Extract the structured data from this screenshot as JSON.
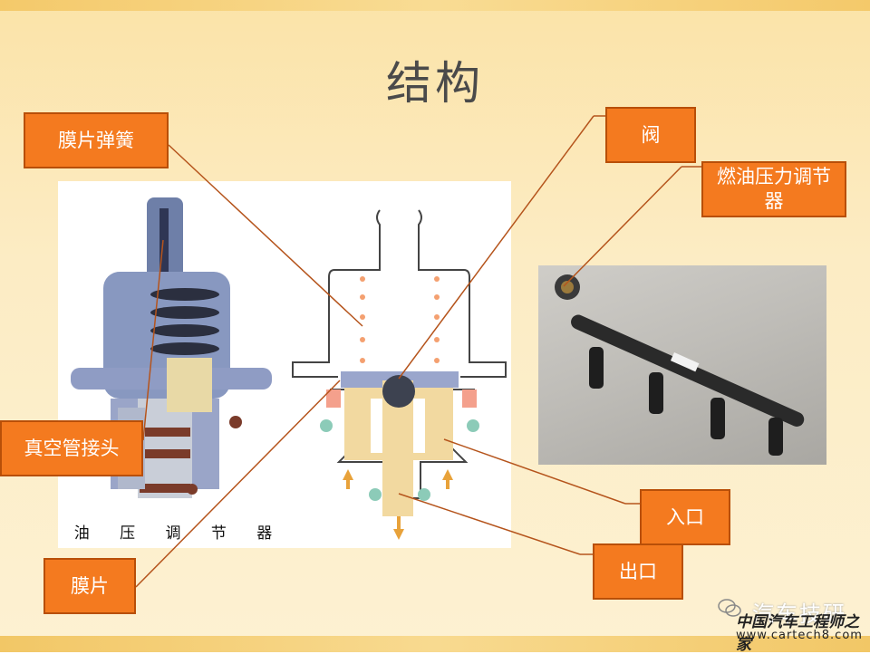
{
  "title": "结构",
  "labels": {
    "diaphragm_spring": "膜片弹簧",
    "vacuum_connector": "真空管接头",
    "diaphragm": "膜片",
    "valve": "阀",
    "fuel_pressure_regulator": "燃油压力调节器",
    "inlet": "入口",
    "outlet": "出口"
  },
  "left_caption": "油 压 调 节 器",
  "watermark": {
    "line1": "汽车技研",
    "line2": "中国汽车工程师之家",
    "line3": "www.cartech8.com"
  },
  "colors": {
    "label_fill": "#f47a1f",
    "label_border": "#b84f08",
    "leader_line": "#b5541c",
    "body_blue": "#8898c0",
    "part_tan": "#f2d9a0"
  }
}
